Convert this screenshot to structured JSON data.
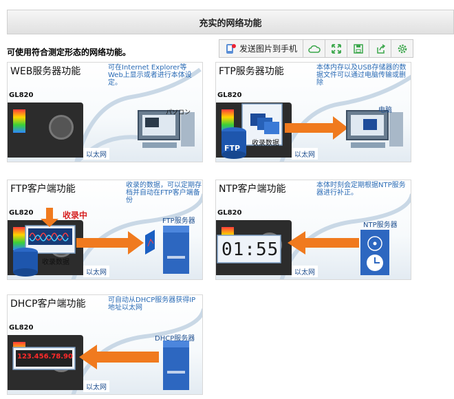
{
  "header": {
    "title": "充实的网络功能"
  },
  "intro": {
    "text": "可使用符合测定形态的网络功能。"
  },
  "toolbar": {
    "share_label": "发送图片到手机",
    "icons": [
      "cloud-icon",
      "expand-icon",
      "save-icon",
      "share-icon",
      "settings-icon"
    ]
  },
  "colors": {
    "accent_blue": "#2a6bb5",
    "arrow_orange": "#f07a1e",
    "record_red": "#d62020"
  },
  "cards": {
    "web": {
      "title": "WEB服务器功能",
      "desc": "可在Internet Explorer等Web上显示或者进行本体设定。",
      "model": "GL820",
      "pc_label": "パソコン",
      "eth": "以太网"
    },
    "ftp": {
      "title": "FTP服务器功能",
      "desc": "本体内存以及USB存储器的数据文件可以通过电脑传输或删除",
      "model": "GL820",
      "ftp_label": "FTP",
      "data_label": "收录数据",
      "pc_label": "电脑",
      "eth": "以太网"
    },
    "ftpc": {
      "title": "FTP客户端功能",
      "desc": "收录的数据，可以定期存档并自动在FTP客户端备份",
      "model": "GL820",
      "recording": "收录中",
      "data_label": "收录数据",
      "server": "FTP服务器",
      "eth": "以太网"
    },
    "ntp": {
      "title": "NTP客户端功能",
      "desc": "本体时刻会定期根据NTP服务器进行补正。",
      "model": "GL820",
      "time": "01:55",
      "server": "NTP服务器",
      "eth": "以太网"
    },
    "dhcp": {
      "title": "DHCP客户端功能",
      "desc": "可自动从DHCP服务器获得IP地址以太网",
      "model": "GL820",
      "ip": "123.456.78.90",
      "server": "DHCP服务器",
      "eth": "以太网"
    }
  }
}
